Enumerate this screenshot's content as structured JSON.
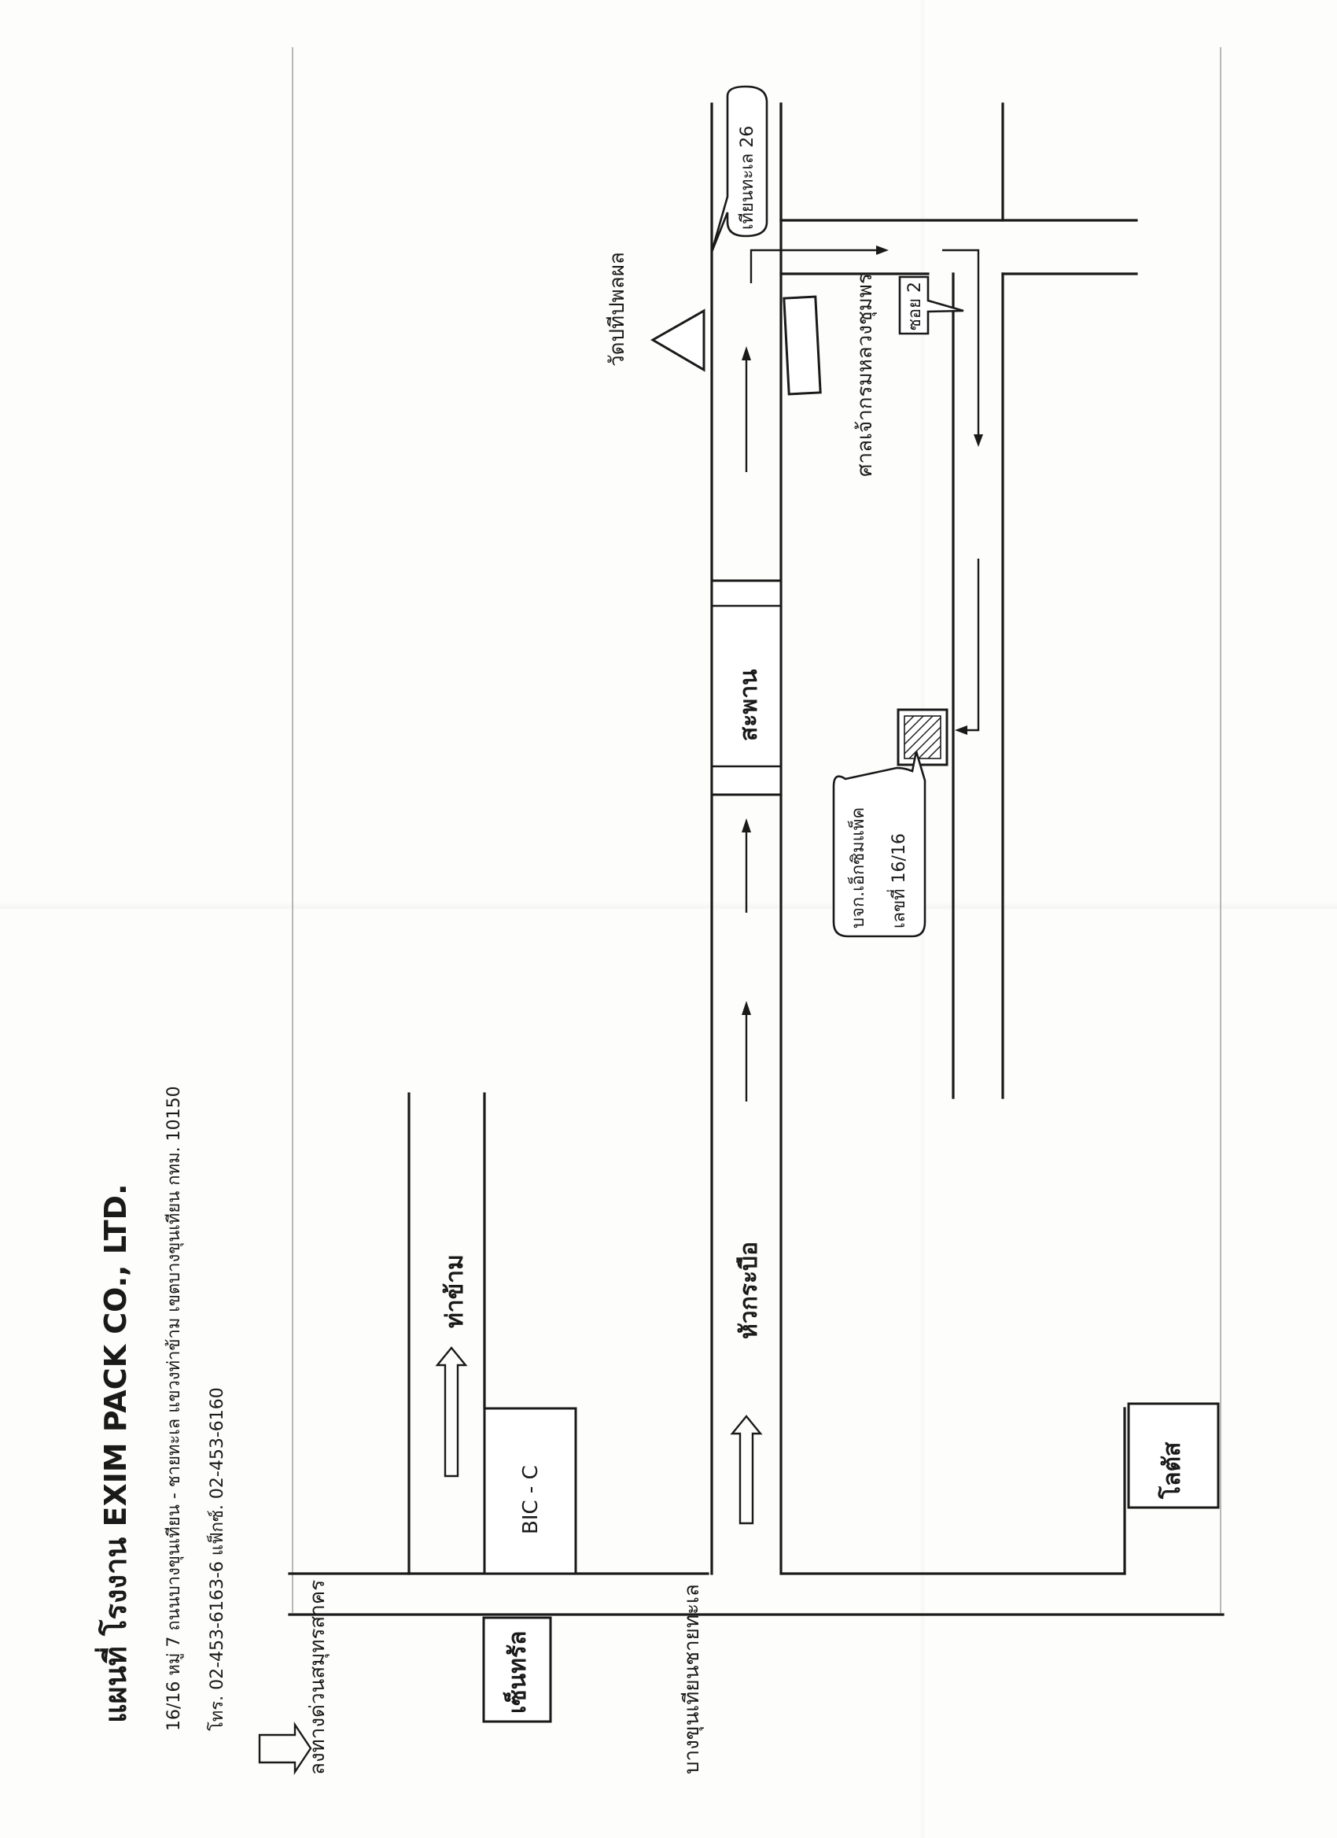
{
  "header": {
    "title": "แผนที่ โรงงาน EXIM PACK CO., LTD.",
    "address": "16/16  หมู่ 7  ถนนบางขุนเทียน - ชายทะเล  แขวงท่าข้าม  เขตบางขุนเทียน  กทม.  10150",
    "phone": "โทร. 02-453-6163-6  แฟ็กซ์. 02-453-6160"
  },
  "landmarks": {
    "central": "เซ็นทรัล",
    "bigc": "BIC - C",
    "lotus": "โลตัส",
    "tha_kham": "ท่าข้าม",
    "hua_krabue": "หัวกระบือ",
    "bridge": "สะพาน",
    "temple": "วัดปทีปพลผล",
    "shrine": "ศาลเจ้ากรมหลวงชุมพร",
    "factory": "บจก.เอ็กซิมแพ็ค",
    "factory_no": "เลขที่ 16/16",
    "soi": "ซอย 2",
    "thianthale": "เทียนทะเล 26"
  },
  "roads": {
    "expressway": "ลงทางด่วนสมุทรสาคร",
    "bangkhunthian": "บางขุนเทียนชายทะเล"
  },
  "colors": {
    "ink": "#1a1a1a",
    "paper": "#fdfdfb"
  }
}
